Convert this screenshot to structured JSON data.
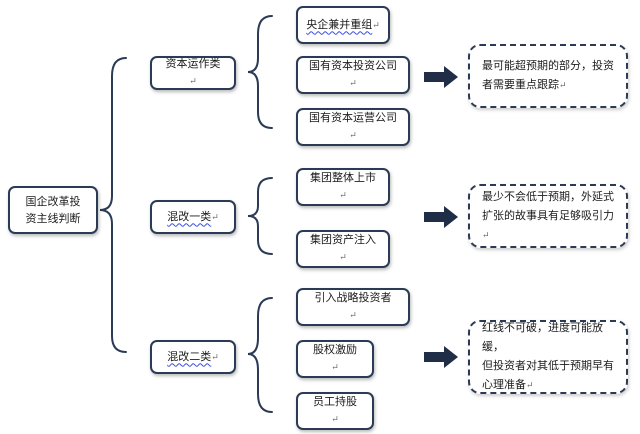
{
  "root": {
    "line1": "国企改革投",
    "line2": "资主线判断"
  },
  "categories": [
    {
      "label": "资本运作类",
      "items": [
        "央企兼并重组",
        "国有资本投资公司",
        "国有资本运营公司"
      ],
      "note": [
        "最可能超预期的部分，投资",
        "者需要重点跟踪"
      ]
    },
    {
      "label": "混改一类",
      "items": [
        "集团整体上市",
        "集团资产注入"
      ],
      "note": [
        "最少不会低于预期，外延式",
        "扩张的故事具有足够吸引力"
      ]
    },
    {
      "label": "混改二类",
      "items": [
        "引入战略投资者",
        "股权激励",
        "员工持股"
      ],
      "note": [
        "红线不可破，进度可能放缓，",
        "但投资者对其低于预期早有",
        "心理准备"
      ]
    }
  ],
  "colors": {
    "border": "#2b3a55",
    "bracket": "#2b3a55",
    "arrow": "#1f2d47",
    "squiggle": "#3a4de0"
  },
  "paragraph_mark": "↵"
}
